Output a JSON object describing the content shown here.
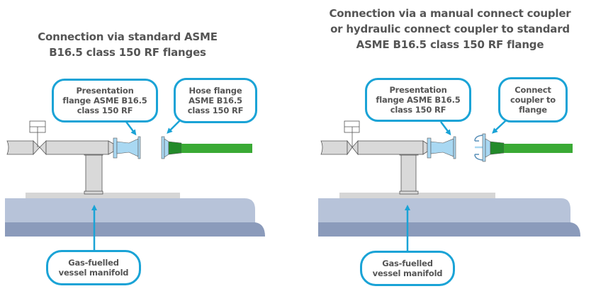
{
  "colors": {
    "callout_border": "#1aa3d6",
    "arrow": "#1aa3d6",
    "pipe": "#d9d9d9",
    "flange_blue": "#a9d8f2",
    "hose_green": "#3aaa35",
    "hose_dark_green": "#238a2a",
    "deck_light": "#b7c3d9",
    "deck_dark": "#8b9bbb",
    "manifold_plate": "#d6d6d6",
    "text": "#555555"
  },
  "left_panel": {
    "title_line1": "Connection via standard ASME",
    "title_line2": "B16.5 class 150 RF flanges",
    "callouts": {
      "presentation_flange": [
        "Presentation",
        "flange ASME B16.5",
        "class 150 RF"
      ],
      "hose_flange": [
        "Hose flange",
        "ASME B16.5",
        "class 150 RF"
      ],
      "manifold": [
        "Gas-fuelled",
        "vessel manifold"
      ]
    }
  },
  "right_panel": {
    "title_line1": "Connection via a manual connect coupler",
    "title_line2": "or hydraulic connect coupler to standard",
    "title_line3": "ASME B16.5 class 150 RF flange",
    "callouts": {
      "presentation_flange": [
        "Presentation",
        "flange ASME B16.5",
        "class 150 RF"
      ],
      "coupler": [
        "Connect",
        "coupler to",
        "flange"
      ],
      "manifold": [
        "Gas-fuelled",
        "vessel manifold"
      ]
    }
  }
}
